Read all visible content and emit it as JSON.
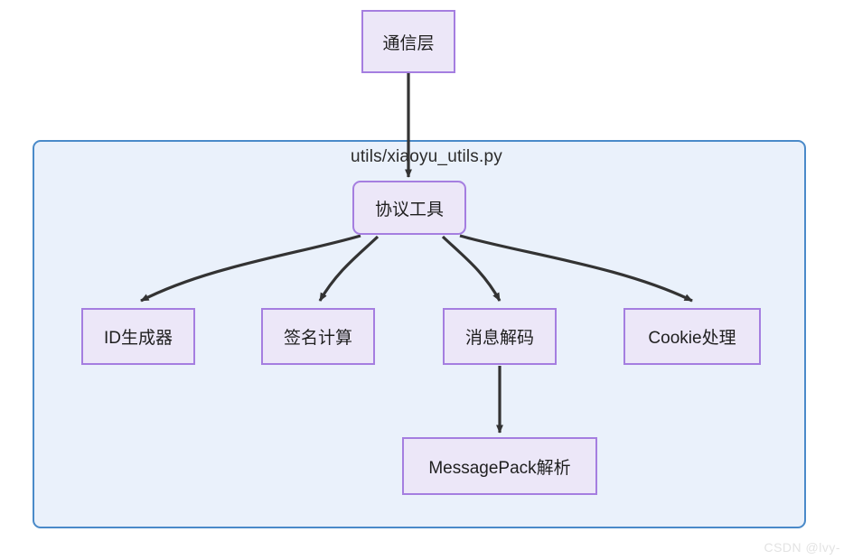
{
  "diagram": {
    "title_label": "utils/xiaoyu_utils.py",
    "watermark": "CSDN @lvy-",
    "colors": {
      "node_fill": "#ece7f8",
      "node_border": "#a57ee0",
      "subgraph_fill": "#eaf1fb",
      "subgraph_border": "#4a8ac9",
      "edge": "#333333",
      "text": "#1f1f1f",
      "watermark": "#e3e3e3"
    },
    "nodes": [
      {
        "id": "comm",
        "label": "通信层"
      },
      {
        "id": "proto",
        "label": "协议工具"
      },
      {
        "id": "idgen",
        "label": "ID生成器"
      },
      {
        "id": "sign",
        "label": "签名计算"
      },
      {
        "id": "decode",
        "label": "消息解码"
      },
      {
        "id": "cookie",
        "label": "Cookie处理"
      },
      {
        "id": "msgpack",
        "label": "MessagePack解析"
      }
    ],
    "edges": [
      {
        "from": "comm",
        "to": "proto",
        "style": "straight"
      },
      {
        "from": "proto",
        "to": "idgen",
        "style": "curved"
      },
      {
        "from": "proto",
        "to": "sign",
        "style": "curved"
      },
      {
        "from": "proto",
        "to": "decode",
        "style": "curved"
      },
      {
        "from": "proto",
        "to": "cookie",
        "style": "curved"
      },
      {
        "from": "decode",
        "to": "msgpack",
        "style": "straight"
      }
    ]
  }
}
